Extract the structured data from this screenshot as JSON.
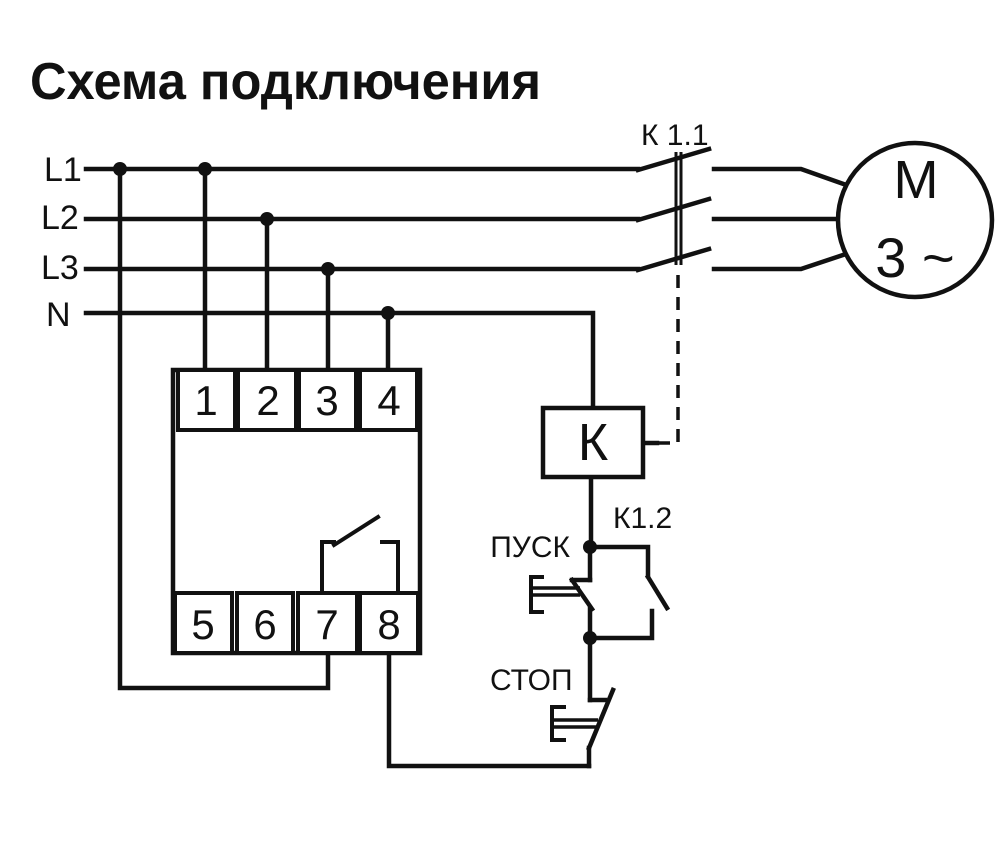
{
  "title": "Схема подключения",
  "colors": {
    "line": "#111111",
    "background": "#ffffff"
  },
  "power_lines": {
    "labels": [
      "L1",
      "L2",
      "L3",
      "N"
    ]
  },
  "device": {
    "top_terminals": [
      "1",
      "2",
      "3",
      "4"
    ],
    "bottom_terminals": [
      "5",
      "6",
      "7",
      "8"
    ]
  },
  "contactor": {
    "coil_label": "К",
    "main_contact_label": "К 1.1",
    "aux_contact_label": "К1.2"
  },
  "buttons": {
    "start_label": "ПУСК",
    "stop_label": "СТОП"
  },
  "motor": {
    "letter": "М",
    "phase_label": "3 ~"
  }
}
